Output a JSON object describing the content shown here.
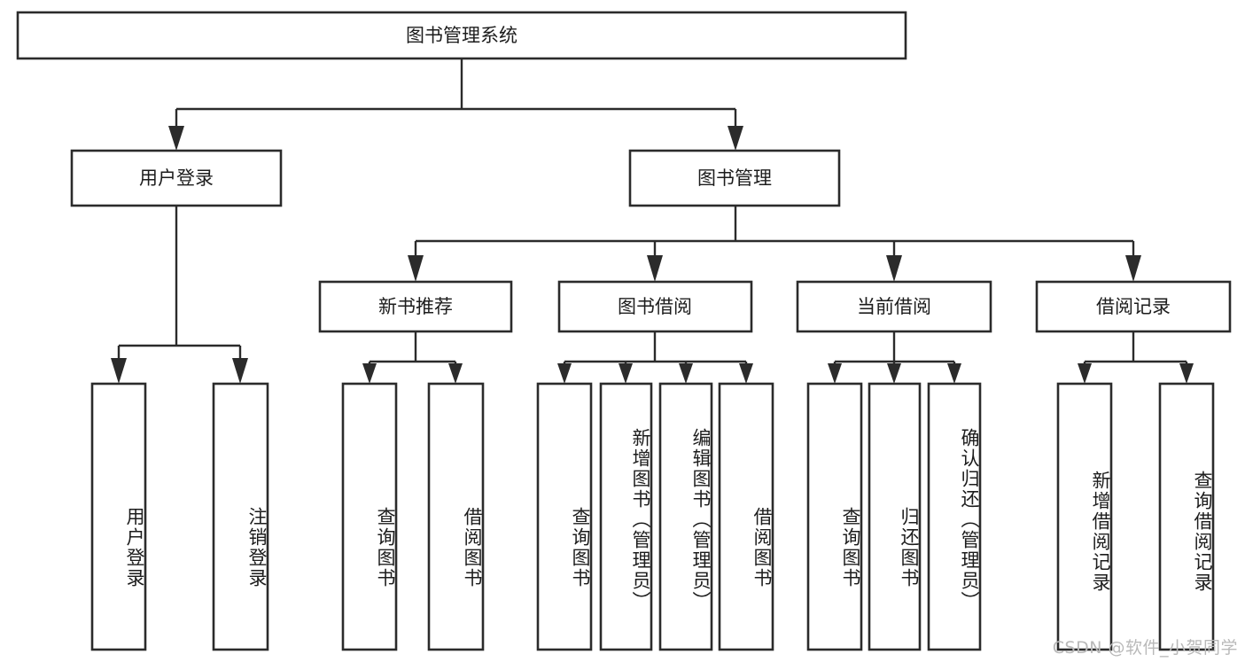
{
  "diagram": {
    "title": "图书管理系统",
    "watermark": "CSDN @软件_小贺同学",
    "levels": {
      "root": {
        "label": "图书管理系统"
      },
      "level2": [
        {
          "label": "用户登录"
        },
        {
          "label": "图书管理"
        }
      ],
      "level3": [
        {
          "label": "新书推荐"
        },
        {
          "label": "图书借阅"
        },
        {
          "label": "当前借阅"
        },
        {
          "label": "借阅记录"
        }
      ],
      "leaves": [
        {
          "label": "用户登录",
          "parent": "用户登录"
        },
        {
          "label": "注销登录",
          "parent": "用户登录"
        },
        {
          "label": "查询图书",
          "parent": "新书推荐"
        },
        {
          "label": "借阅图书",
          "parent": "新书推荐"
        },
        {
          "label": "查询图书",
          "parent": "图书借阅"
        },
        {
          "label": "新增图书（管理员）",
          "parent": "图书借阅"
        },
        {
          "label": "编辑图书（管理员）",
          "parent": "图书借阅"
        },
        {
          "label": "借阅图书",
          "parent": "图书借阅"
        },
        {
          "label": "查询图书",
          "parent": "当前借阅"
        },
        {
          "label": "归还图书",
          "parent": "当前借阅"
        },
        {
          "label": "确认归还（管理员）",
          "parent": "当前借阅"
        },
        {
          "label": "新增借阅记录",
          "parent": "借阅记录"
        },
        {
          "label": "查询借阅记录",
          "parent": "借阅记录"
        }
      ]
    },
    "colors": {
      "stroke": "#2b2b2b",
      "fill": "#ffffff",
      "text": "#1c1c1c",
      "watermark": "#b9b9b9"
    }
  }
}
